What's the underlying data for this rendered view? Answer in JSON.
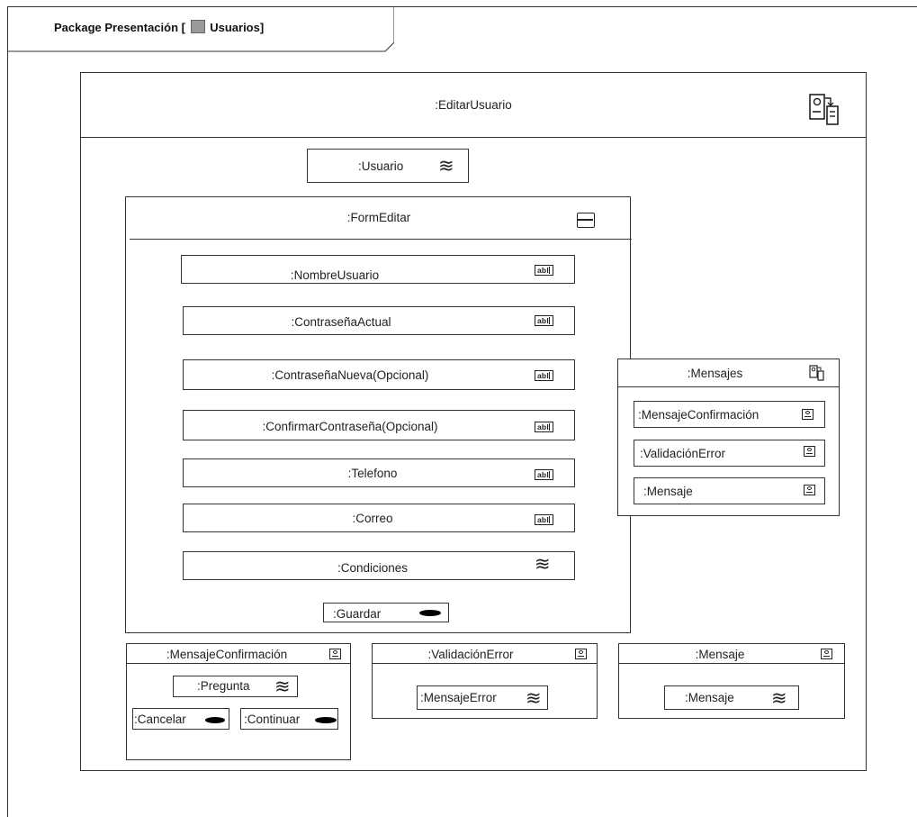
{
  "package": {
    "prefix": "Package Presentación [",
    "name": "Usuarios]"
  },
  "main": {
    "title": ":EditarUsuario"
  },
  "usuario": {
    "label": ":Usuario"
  },
  "form": {
    "title": ":FormEditar",
    "fields": [
      ":NombreUsuario",
      ":ContraseñaActual",
      ":ContraseñaNueva(Opcional)",
      ":ConfirmarContraseña(Opcional)",
      ":Telefono",
      ":Correo"
    ],
    "conditions": ":Condiciones",
    "save": ":Guardar"
  },
  "mensajes": {
    "title": ":Mensajes",
    "items": [
      ":MensajeConfirmación",
      ":ValidaciónError",
      ":Mensaje"
    ]
  },
  "confirm_panel": {
    "title": ":MensajeConfirmación",
    "question": ":Pregunta",
    "cancel": ":Cancelar",
    "continue": ":Continuar"
  },
  "error_panel": {
    "title": ":ValidaciónError",
    "message": ":MensajeError"
  },
  "message_panel": {
    "title": ":Mensaje",
    "message": ":Mensaje"
  },
  "icons": {
    "text_field": "abl",
    "data_wave": "≋",
    "panel": "panel-icon",
    "form": "form-icon",
    "screen": "screen-transfer-icon"
  }
}
